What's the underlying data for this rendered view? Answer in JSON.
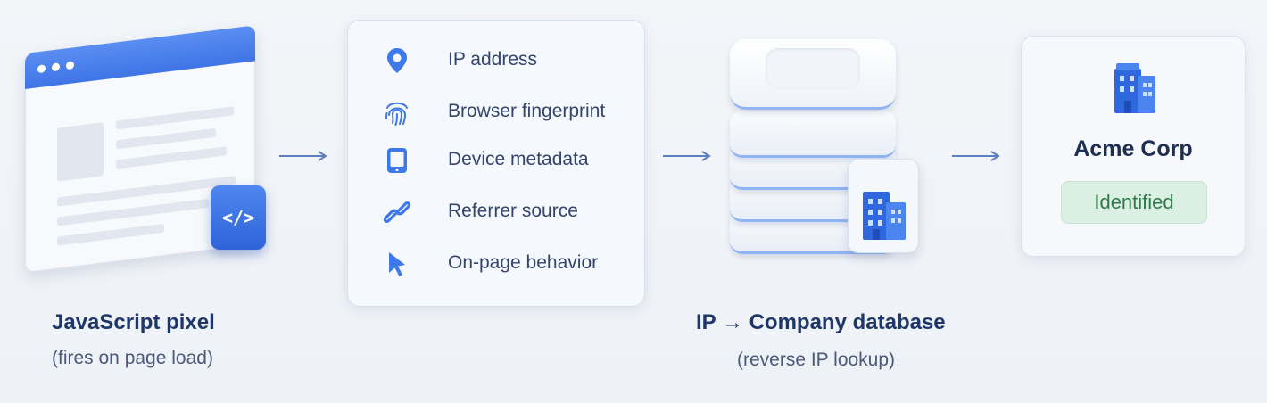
{
  "pixel": {
    "code_symbol": "</>",
    "title": "JavaScript pixel",
    "subtitle": "(fires on page load)"
  },
  "signals": [
    {
      "icon": "location-pin-icon",
      "label": "IP address"
    },
    {
      "icon": "fingerprint-icon",
      "label": "Browser fingerprint"
    },
    {
      "icon": "tablet-icon",
      "label": "Device metadata"
    },
    {
      "icon": "link-icon",
      "label": "Referrer source"
    },
    {
      "icon": "cursor-icon",
      "label": "On-page behavior"
    }
  ],
  "database": {
    "title": "IP → Company database",
    "subtitle": "(reverse IP lookup)"
  },
  "result": {
    "company": "Acme Corp",
    "status": "Identified"
  },
  "colors": {
    "accent": "#3f74e6",
    "title_text": "#1f3768",
    "status_bg": "#dcefe3",
    "status_text": "#2f7a4b"
  }
}
